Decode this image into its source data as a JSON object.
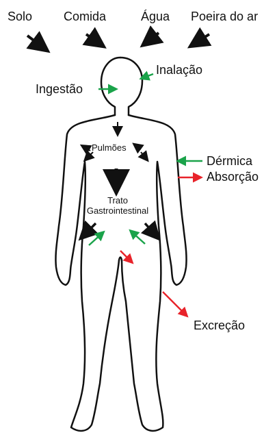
{
  "sources": [
    "Solo",
    "Comida",
    "Água",
    "Poeira do ar"
  ],
  "routes": {
    "inhalation": "Inalação",
    "ingestion": "Ingestão",
    "dermal": "Dérmica",
    "absorption": "Absorção",
    "excretion": "Excreção"
  },
  "organs": {
    "lungs": "Pulmões",
    "gi_tract_line1": "Trato",
    "gi_tract_line2": "Gastrointestinal"
  },
  "colors": {
    "entry_arrow": "#1aa34a",
    "exit_arrow": "#e8232a",
    "internal_arrow": "#111111",
    "outline": "#111111"
  }
}
